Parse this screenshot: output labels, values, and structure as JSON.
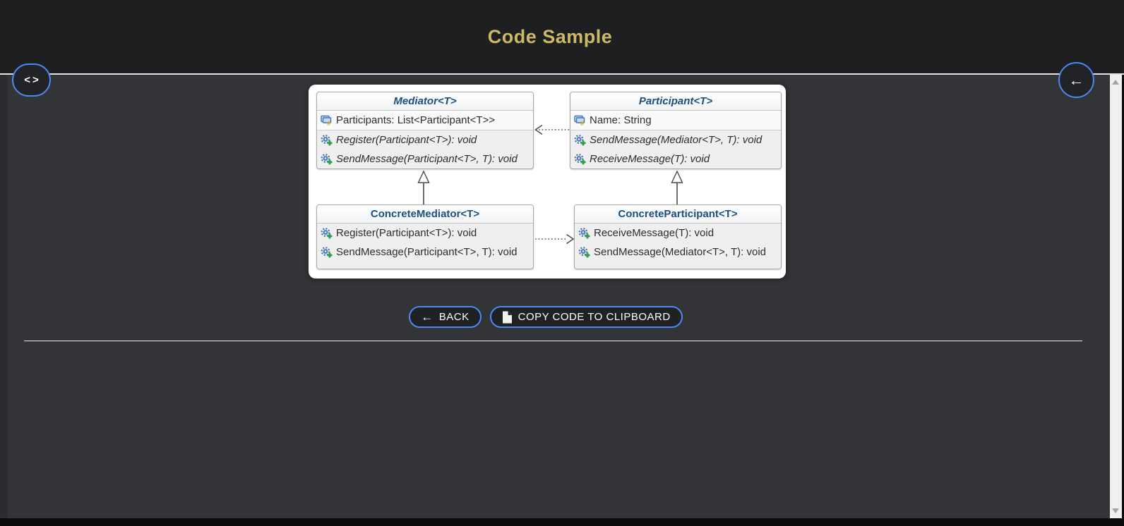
{
  "header": {
    "title": "Code Sample"
  },
  "nav": {
    "code_toggle_icon": "<>",
    "collapse_arrow_icon": "←"
  },
  "diagram": {
    "classes": [
      {
        "title": "Mediator<T>",
        "stereotype": "abstract",
        "fields": [
          "Participants: List<Participant<T>>"
        ],
        "methods": [
          "Register(Participant<T>): void",
          "SendMessage(Participant<T>, T): void"
        ]
      },
      {
        "title": "Participant<T>",
        "stereotype": "abstract",
        "fields": [
          "Name: String"
        ],
        "methods": [
          "SendMessage(Mediator<T>, T): void",
          "ReceiveMessage(T): void"
        ]
      },
      {
        "title": "ConcreteMediator<T>",
        "stereotype": "concrete",
        "fields": [],
        "methods": [
          "Register(Participant<T>): void",
          "SendMessage(Participant<T>, T): void"
        ]
      },
      {
        "title": "ConcreteParticipant<T>",
        "stereotype": "concrete",
        "fields": [],
        "methods": [
          "ReceiveMessage(T): void",
          "SendMessage(Mediator<T>, T): void"
        ]
      }
    ],
    "relations": [
      "ConcreteMediator<T> --|> Mediator<T>",
      "ConcreteParticipant<T> --|> Participant<T>",
      "Participant<T> ..> Mediator<T>",
      "ConcreteMediator<T> ..> ConcreteParticipant<T>"
    ]
  },
  "actions": {
    "back_label": "BACK",
    "back_icon": "←",
    "copy_label": "COPY CODE TO CLIPBOARD"
  },
  "colors": {
    "accent_blue": "#4b89f0",
    "title_gold": "#cdb964",
    "uml_title_blue": "#1c4f80",
    "header_bg": "#1e1f21",
    "body_bg": "#323437"
  }
}
